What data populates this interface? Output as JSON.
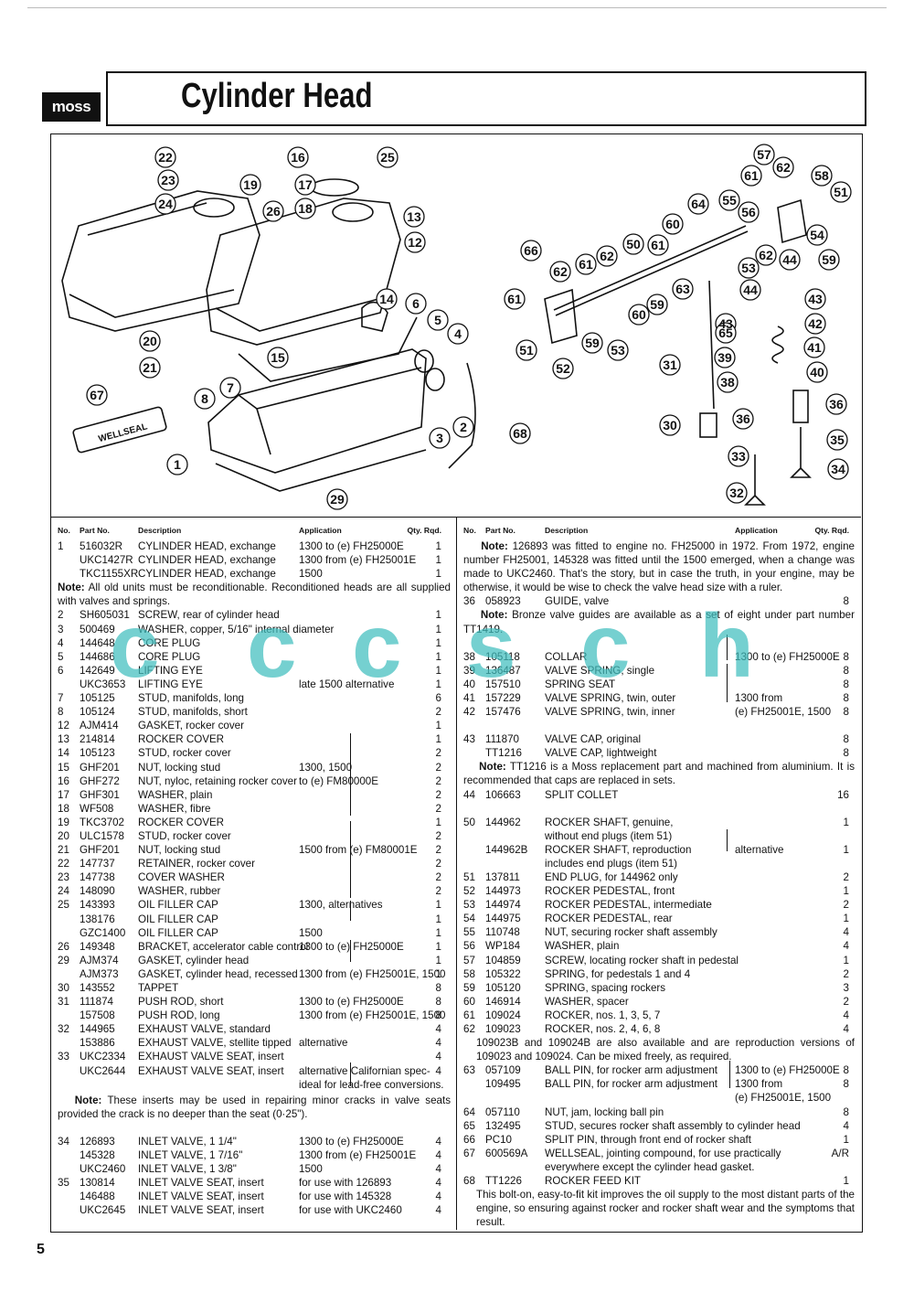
{
  "header": {
    "logo": "moss",
    "title": "Cylinder Head"
  },
  "page_number": "5",
  "watermark": [
    "c",
    "c",
    "c",
    "s",
    "c",
    "h"
  ],
  "diagram": {
    "callouts": [
      "1",
      "2",
      "3",
      "4",
      "5",
      "6",
      "7",
      "8",
      "12",
      "13",
      "14",
      "15",
      "16",
      "17",
      "18",
      "19",
      "20",
      "21",
      "22",
      "23",
      "24",
      "25",
      "26",
      "29",
      "30",
      "31",
      "32",
      "33",
      "34",
      "35",
      "36",
      "38",
      "39",
      "40",
      "41",
      "42",
      "43",
      "44",
      "50",
      "51",
      "52",
      "53",
      "54",
      "55",
      "56",
      "57",
      "58",
      "59",
      "60",
      "61",
      "62",
      "63",
      "64",
      "65",
      "66",
      "67",
      "68"
    ],
    "tube_label": "WELLSEAL"
  },
  "columns": {
    "no": "No.",
    "part": "Part No.",
    "desc": "Description",
    "app": "Application",
    "qty": "Qty. Rqd."
  },
  "left_rows": [
    {
      "no": "1",
      "part": "516032R",
      "desc": "CYLINDER HEAD, exchange",
      "app": "1300 to (e) FH25000E",
      "qty": "1"
    },
    {
      "no": "",
      "part": "UKC1427R",
      "desc": "CYLINDER HEAD, exchange",
      "app": "1300 from (e) FH25001E",
      "qty": "1"
    },
    {
      "no": "",
      "part": "TKC1155XR",
      "desc": "CYLINDER HEAD, exchange",
      "app": "1500",
      "qty": "1"
    }
  ],
  "left_note1_label": "Note:",
  "left_note1": " All old units must be reconditionable. Reconditioned heads are all supplied with valves and springs.",
  "left_rows2": [
    {
      "no": "2",
      "part": "SH605031",
      "desc": "SCREW, rear of cylinder head",
      "app": "",
      "qty": "1"
    },
    {
      "no": "3",
      "part": "500469",
      "desc": "WASHER, copper, 5/16\" internal diameter",
      "app": "",
      "qty": "1"
    },
    {
      "no": "4",
      "part": "144648",
      "desc": "CORE PLUG",
      "app": "",
      "qty": "1"
    },
    {
      "no": "5",
      "part": "144686",
      "desc": "CORE PLUG",
      "app": "",
      "qty": "1"
    },
    {
      "no": "6",
      "part": "142649",
      "desc": "LIFTING EYE",
      "app": "",
      "qty": "1"
    },
    {
      "no": "",
      "part": "UKC3653",
      "desc": "LIFTING EYE",
      "app": "late 1500 alternative",
      "qty": "1"
    },
    {
      "no": "7",
      "part": "105125",
      "desc": "STUD, manifolds, long",
      "app": "",
      "qty": "6"
    },
    {
      "no": "8",
      "part": "105124",
      "desc": "STUD, manifolds, short",
      "app": "",
      "qty": "2"
    },
    {
      "no": "12",
      "part": "AJM414",
      "desc": "GASKET, rocker cover",
      "app": "",
      "qty": "1"
    },
    {
      "no": "13",
      "part": "214814",
      "desc": "ROCKER COVER",
      "app": "",
      "qty": "1"
    },
    {
      "no": "14",
      "part": "105123",
      "desc": "STUD, rocker cover",
      "app": "",
      "qty": "2"
    },
    {
      "no": "15",
      "part": "GHF201",
      "desc": "NUT, locking stud",
      "app": "1300, 1500",
      "qty": "2"
    },
    {
      "no": "16",
      "part": "GHF272",
      "desc": "NUT, nyloc, retaining rocker cover",
      "app": "to (e) FM80000E",
      "qty": "2"
    },
    {
      "no": "17",
      "part": "GHF301",
      "desc": "WASHER, plain",
      "app": "",
      "qty": "2"
    },
    {
      "no": "18",
      "part": "WF508",
      "desc": "WASHER, fibre",
      "app": "",
      "qty": "2"
    },
    {
      "no": "19",
      "part": "TKC3702",
      "desc": "ROCKER COVER",
      "app": "",
      "qty": "1"
    },
    {
      "no": "20",
      "part": "ULC1578",
      "desc": "STUD, rocker cover",
      "app": "",
      "qty": "2"
    },
    {
      "no": "21",
      "part": "GHF201",
      "desc": "NUT, locking stud",
      "app": "1500  from (e) FM80001E",
      "qty": "2"
    },
    {
      "no": "22",
      "part": "147737",
      "desc": "RETAINER, rocker cover",
      "app": "",
      "qty": "2"
    },
    {
      "no": "23",
      "part": "147738",
      "desc": "COVER WASHER",
      "app": "",
      "qty": "2"
    },
    {
      "no": "24",
      "part": "148090",
      "desc": "WASHER, rubber",
      "app": "",
      "qty": "2"
    },
    {
      "no": "25",
      "part": "143393",
      "desc": "OIL FILLER CAP",
      "app": "1300, alternatives",
      "qty": "1"
    },
    {
      "no": "",
      "part": "138176",
      "desc": "OIL FILLER CAP",
      "app": "",
      "qty": "1"
    },
    {
      "no": "",
      "part": "GZC1400",
      "desc": "OIL FILLER CAP",
      "app": "1500",
      "qty": "1"
    },
    {
      "no": "26",
      "part": "149348",
      "desc": "BRACKET, accelerator cable control",
      "app": "1300 to (e) FH25000E",
      "qty": "1"
    },
    {
      "no": "29",
      "part": "AJM374",
      "desc": "GASKET, cylinder head",
      "app": "",
      "qty": "1"
    },
    {
      "no": "",
      "part": "AJM373",
      "desc": "GASKET, cylinder head, recessed",
      "app": "1300 from (e) FH25001E, 1500",
      "qty": "1"
    },
    {
      "no": "30",
      "part": "143552",
      "desc": "TAPPET",
      "app": "",
      "qty": "8"
    },
    {
      "no": "31",
      "part": "111874",
      "desc": "PUSH ROD, short",
      "app": "1300 to (e) FH25000E",
      "qty": "8"
    },
    {
      "no": "",
      "part": "157508",
      "desc": "PUSH ROD, long",
      "app": "1300 from (e) FH25001E, 1500",
      "qty": "8"
    },
    {
      "no": "32",
      "part": "144965",
      "desc": "EXHAUST VALVE, standard",
      "app": "",
      "qty": "4"
    },
    {
      "no": "",
      "part": "153886",
      "desc": "EXHAUST VALVE, stellite tipped",
      "app": "alternative",
      "qty": "4"
    },
    {
      "no": "33",
      "part": "UKC2334",
      "desc": "EXHAUST VALVE SEAT, insert",
      "app": "",
      "qty": "4"
    },
    {
      "no": "",
      "part": "UKC2644",
      "desc": "EXHAUST VALVE SEAT, insert",
      "app": "alternative Californian spec-",
      "qty": "4"
    },
    {
      "no": "",
      "part": "",
      "desc": "",
      "app": "ideal for lead-free conversions.",
      "qty": ""
    }
  ],
  "left_note2_label": "Note:",
  "left_note2": " These inserts may be used in repairing minor cracks in valve seats provided the crack is no deeper than the seat (0·25\").",
  "left_rows3": [
    {
      "no": "34",
      "part": "126893",
      "desc": "INLET VALVE, 1 1/4\"",
      "app": "1300 to (e) FH25000E",
      "qty": "4"
    },
    {
      "no": "",
      "part": "145328",
      "desc": "INLET VALVE, 1 7/16\"",
      "app": "1300 from (e) FH25001E",
      "qty": "4"
    },
    {
      "no": "",
      "part": "UKC2460",
      "desc": "INLET VALVE, 1 3/8\"",
      "app": "1500",
      "qty": "4"
    },
    {
      "no": "35",
      "part": "130814",
      "desc": "INLET VALVE SEAT, insert",
      "app": "for use with 126893",
      "qty": "4"
    },
    {
      "no": "",
      "part": "146488",
      "desc": "INLET VALVE SEAT, insert",
      "app": "for use with 145328",
      "qty": "4"
    },
    {
      "no": "",
      "part": "UKC2645",
      "desc": "INLET VALVE SEAT, insert",
      "app": "for use with UKC2460",
      "qty": "4"
    }
  ],
  "right_note1_label": "Note:",
  "right_note1": " 126893 was fitted to engine no. FH25000 in 1972. From 1972, engine number FH25001, 145328 was fitted until the 1500 emerged, when a change was made to UKC2460. That's the story, but in case the truth, in your engine, may be otherwise, it would be wise to check the valve head size with a ruler.",
  "right_row36": {
    "no": "36",
    "part": "058923",
    "desc": "GUIDE, valve",
    "app": "",
    "qty": "8"
  },
  "right_note2_label": "Note:",
  "right_note2": " Bronze valve guides are available as a set of eight under part number TT1419.",
  "right_rows": [
    {
      "no": "38",
      "part": "105118",
      "desc": "COLLAR",
      "app": "1300 to (e) FH25000E",
      "qty": "8"
    },
    {
      "no": "39",
      "part": "136487",
      "desc": "VALVE SPRING, single",
      "app": "",
      "qty": "8"
    },
    {
      "no": "40",
      "part": "157510",
      "desc": "SPRING SEAT",
      "app": "",
      "qty": "8"
    },
    {
      "no": "41",
      "part": "157229",
      "desc": "VALVE SPRING, twin, outer",
      "app": "1300 from",
      "qty": "8"
    },
    {
      "no": "42",
      "part": "157476",
      "desc": "VALVE SPRING, twin, inner",
      "app": "(e) FH25001E, 1500",
      "qty": "8"
    }
  ],
  "right_rows2": [
    {
      "no": "43",
      "part": "111870",
      "desc": "VALVE CAP, original",
      "app": "",
      "qty": "8"
    },
    {
      "no": "",
      "part": "TT1216",
      "desc": "VALVE CAP, lightweight",
      "app": "",
      "qty": "8"
    }
  ],
  "right_note3_label": "Note:",
  "right_note3": " TT1216 is a Moss replacement part and machined from aluminium. It is recommended that caps are replaced in sets.",
  "right_row44": {
    "no": "44",
    "part": "106663",
    "desc": "SPLIT COLLET",
    "app": "",
    "qty": "16"
  },
  "right_rows3": [
    {
      "no": "50",
      "part": "144962",
      "desc": "ROCKER SHAFT, genuine,",
      "app": "",
      "qty": "1"
    },
    {
      "no": "",
      "part": "",
      "desc": "without end plugs (item 51)",
      "app": "",
      "qty": ""
    },
    {
      "no": "",
      "part": "144962B",
      "desc": "ROCKER SHAFT, reproduction",
      "app": "alternative",
      "qty": "1"
    },
    {
      "no": "",
      "part": "",
      "desc": "includes end plugs (item 51)",
      "app": "",
      "qty": ""
    },
    {
      "no": "51",
      "part": "137811",
      "desc": "END PLUG, for 144962 only",
      "app": "",
      "qty": "2"
    },
    {
      "no": "52",
      "part": "144973",
      "desc": "ROCKER PEDESTAL, front",
      "app": "",
      "qty": "1"
    },
    {
      "no": "53",
      "part": "144974",
      "desc": "ROCKER PEDESTAL, intermediate",
      "app": "",
      "qty": "2"
    },
    {
      "no": "54",
      "part": "144975",
      "desc": "ROCKER PEDESTAL, rear",
      "app": "",
      "qty": "1"
    },
    {
      "no": "55",
      "part": "110748",
      "desc": "NUT, securing rocker shaft assembly",
      "app": "",
      "qty": "4"
    },
    {
      "no": "56",
      "part": "WP184",
      "desc": "WASHER, plain",
      "app": "",
      "qty": "4"
    },
    {
      "no": "57",
      "part": "104859",
      "desc": "SCREW, locating rocker shaft in pedestal",
      "app": "",
      "qty": "1"
    },
    {
      "no": "58",
      "part": "105322",
      "desc": "SPRING, for pedestals 1 and 4",
      "app": "",
      "qty": "2"
    },
    {
      "no": "59",
      "part": "105120",
      "desc": "SPRING, spacing rockers",
      "app": "",
      "qty": "3"
    },
    {
      "no": "60",
      "part": "146914",
      "desc": "WASHER, spacer",
      "app": "",
      "qty": "2"
    },
    {
      "no": "61",
      "part": "109024",
      "desc": "ROCKER, nos. 1, 3, 5, 7",
      "app": "",
      "qty": "4"
    },
    {
      "no": "62",
      "part": "109023",
      "desc": "ROCKER, nos. 2, 4, 6, 8",
      "app": "",
      "qty": "4"
    }
  ],
  "right_note4": "109023B and 109024B are also available and are reproduction versions of 109023 and 109024. Can be mixed freely, as required.",
  "right_rows4": [
    {
      "no": "63",
      "part": "057109",
      "desc": "BALL PIN, for rocker arm adjustment",
      "app": "1300 to (e) FH25000E",
      "qty": "8"
    },
    {
      "no": "",
      "part": "109495",
      "desc": "BALL PIN, for rocker arm adjustment",
      "app": "1300 from",
      "qty": "8"
    },
    {
      "no": "",
      "part": "",
      "desc": "",
      "app": "(e) FH25001E, 1500",
      "qty": ""
    },
    {
      "no": "64",
      "part": "057110",
      "desc": "NUT, jam, locking ball pin",
      "app": "",
      "qty": "8"
    },
    {
      "no": "65",
      "part": "132495",
      "desc": "STUD, secures rocker shaft assembly to cylinder head",
      "app": "",
      "qty": "4"
    },
    {
      "no": "66",
      "part": "PC10",
      "desc": "SPLIT PIN, through front end of rocker shaft",
      "app": "",
      "qty": "1"
    },
    {
      "no": "67",
      "part": "600569A",
      "desc": "WELLSEAL, jointing compound, for use practically",
      "app": "",
      "qty": "A/R"
    },
    {
      "no": "",
      "part": "",
      "desc": "everywhere except the cylinder head gasket.",
      "app": "",
      "qty": ""
    },
    {
      "no": "68",
      "part": "TT1226",
      "desc": "ROCKER FEED KIT",
      "app": "",
      "qty": "1"
    }
  ],
  "right_note5": "This bolt-on, easy-to-fit kit improves the oil supply to the most distant parts of the engine, so ensuring against rocker and rocker shaft wear and the symptoms that result."
}
